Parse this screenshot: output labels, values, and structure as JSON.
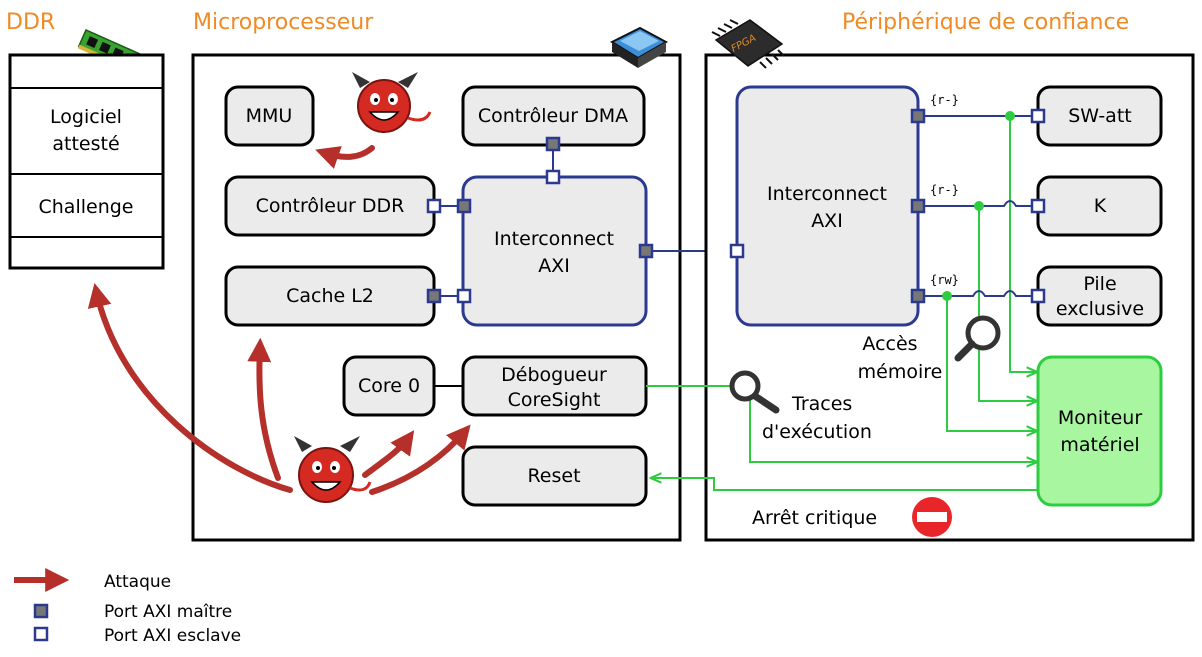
{
  "titles": {
    "ddr": "DDR",
    "microprocessor": "Microprocesseur",
    "peripheral": "Périphérique de confiance"
  },
  "ddr_memory": {
    "attested_line1": "Logiciel",
    "attested_line2": "attesté",
    "challenge": "Challenge"
  },
  "cpu_blocks": {
    "mmu": "MMU",
    "dma": "Contrôleur DMA",
    "ddr_ctrl": "Contrôleur DDR",
    "cache": "Cache L2",
    "interconnect_line1": "Interconnect",
    "interconnect_line2": "AXI",
    "core": "Core 0",
    "debugger_line1": "Débogueur",
    "debugger_line2": "CoreSight",
    "reset": "Reset"
  },
  "fpga_blocks": {
    "chip_label": "FPGA",
    "interconnect_line1": "Interconnect",
    "interconnect_line2": "AXI",
    "swatt": "SW-att",
    "k": "K",
    "stack_line1": "Pile",
    "stack_line2": "exclusive",
    "monitor_line1": "Moniteur",
    "monitor_line2": "matériel",
    "perm_swatt": "{r-}",
    "perm_k": "{r-}",
    "perm_stack": "{rw}"
  },
  "annotations": {
    "mem_access_line1": "Accès",
    "mem_access_line2": "mémoire",
    "traces_line1": "Traces",
    "traces_line2": "d'exécution",
    "critical_stop": "Arrêt critique"
  },
  "legend": {
    "attack": "Attaque",
    "master_port": "Port AXI maître",
    "slave_port": "Port AXI esclave"
  },
  "colors": {
    "title_orange": "#f08a24",
    "axi_blue": "#2b3a8f",
    "attack_red": "#b5302a",
    "monitor_green": "#2ecc40",
    "monitor_fill": "#a8f7a0",
    "box_fill": "#ebebeb"
  }
}
